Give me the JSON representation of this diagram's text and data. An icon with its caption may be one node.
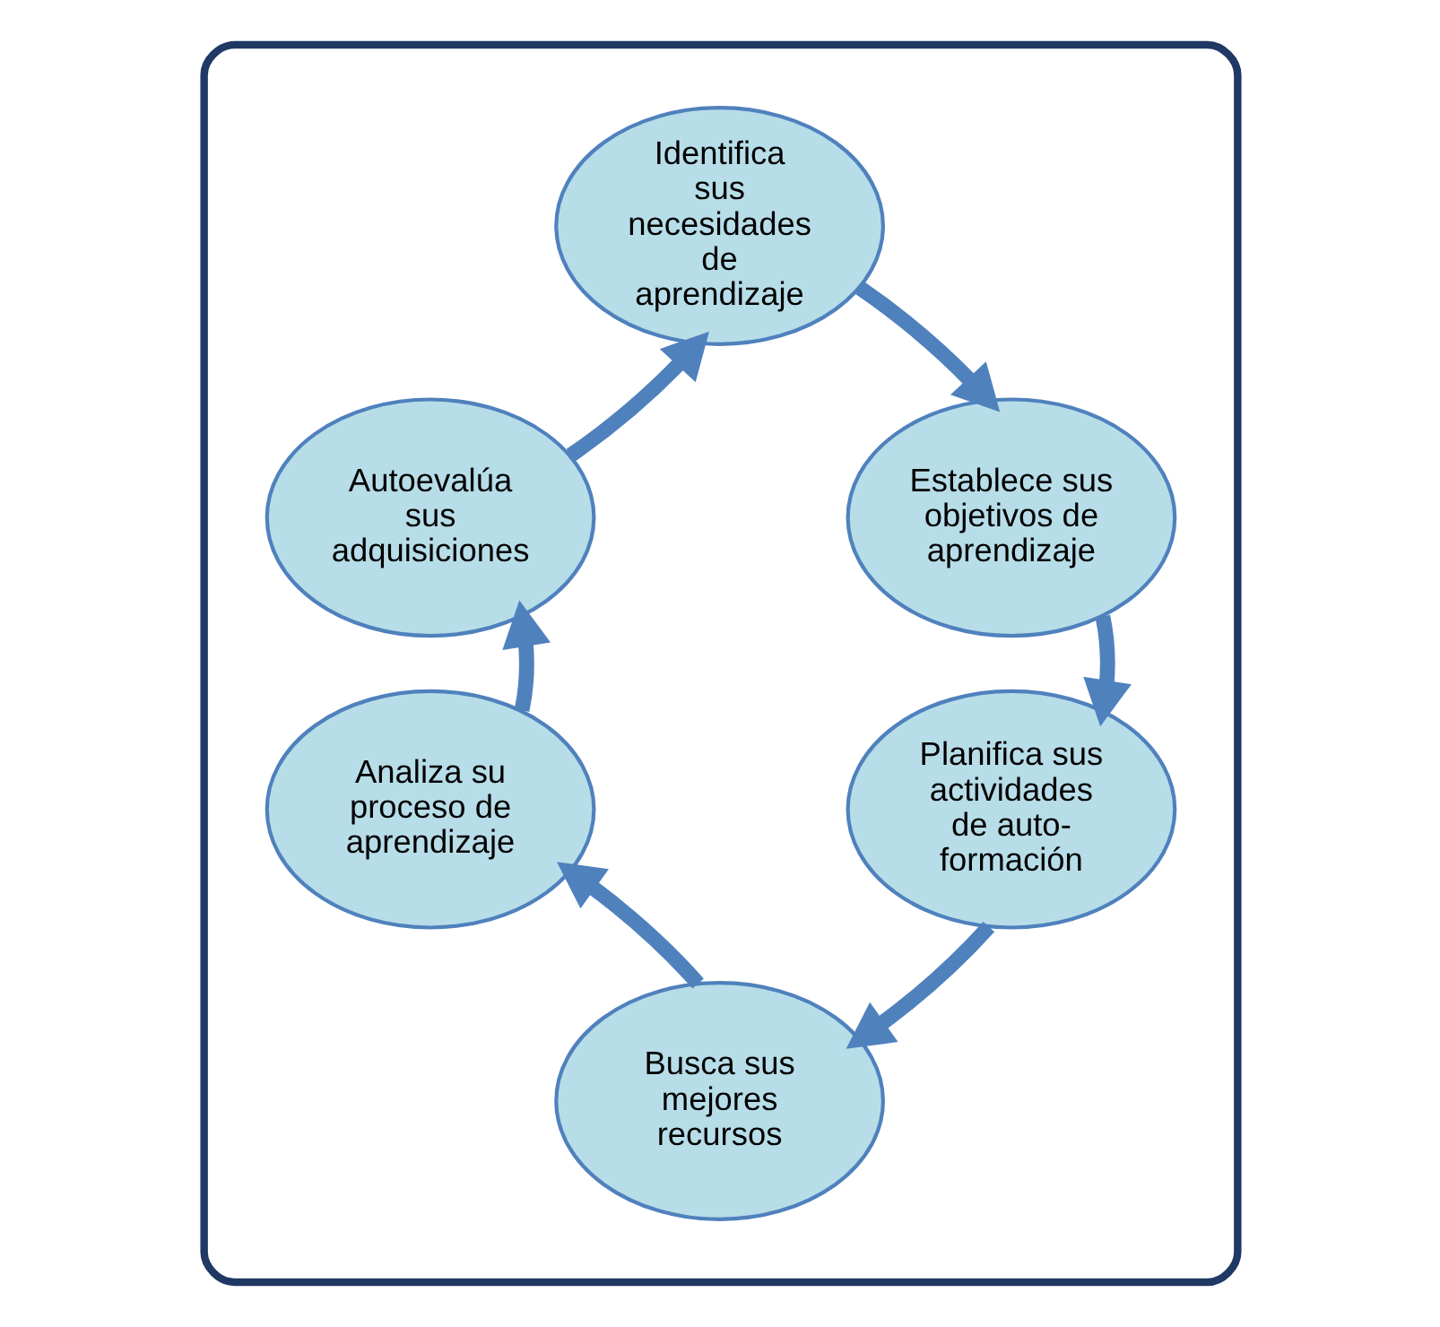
{
  "diagram": {
    "nodes": [
      {
        "text": [],
        "shape": "box"
      },
      {
        "text": [
          "Identifica sus necesidades de aprendizaje"
        ],
        "in": 0
      },
      {
        "text": [
          "Autoevalúa sus adquisiciones"
        ],
        "in": 0
      },
      {
        "text": [
          "Establece sus objetivos de aprendizaje"
        ],
        "in": 0
      },
      {
        "text": [
          "Analiza su proceso de aprendizaje"
        ],
        "in": 0
      },
      {
        "text": [
          "Planifica sus actividades de auto-formación"
        ],
        "in": 0
      },
      {
        "text": [
          "Busca sus mejores recursos"
        ],
        "in": 0
      }
    ],
    "edges": [
      {
        "from": 1,
        "to": 3,
        "arrow": "to"
      },
      {
        "from": 3,
        "to": 5,
        "arrow": "to"
      },
      {
        "from": 5,
        "to": 6,
        "arrow": "to"
      },
      {
        "from": 6,
        "to": 4,
        "arrow": "to"
      },
      {
        "from": 4,
        "to": 2,
        "arrow": "to"
      },
      {
        "from": 2,
        "to": 1,
        "arrow": "to"
      }
    ]
  }
}
